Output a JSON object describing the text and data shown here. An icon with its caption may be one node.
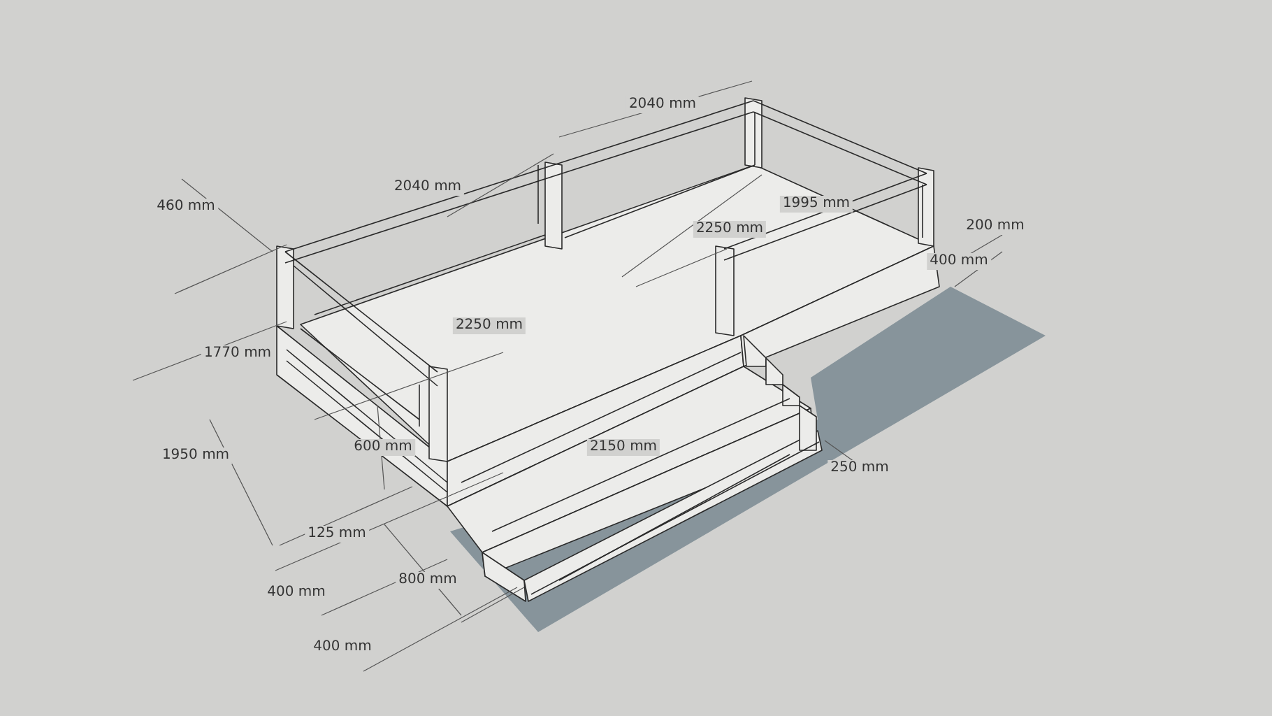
{
  "diagram": {
    "labels": [
      "2040 mm",
      "2040 mm",
      "460 mm",
      "1995 mm",
      "200 mm",
      "2250 mm",
      "400 mm",
      "2250 mm",
      "1770 mm",
      "600 mm",
      "2150 mm",
      "1950 mm",
      "250 mm",
      "125 mm",
      "800 mm",
      "400 mm",
      "400 mm"
    ]
  }
}
